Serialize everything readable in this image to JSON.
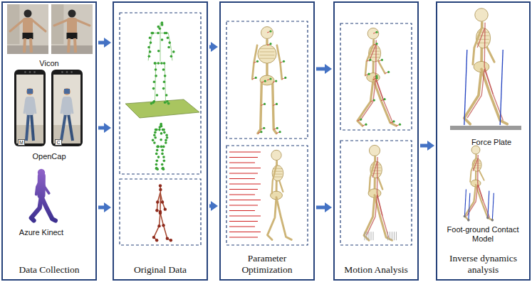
{
  "diagram": {
    "nodes": [
      {
        "text": [
          "Data Collection"
        ]
      },
      {
        "text": [
          "Original Data"
        ]
      },
      {
        "text": [
          "Parameter Optimization"
        ]
      },
      {
        "text": [
          "Motion Analysis"
        ]
      },
      {
        "text": [
          "Inverse dynamics analysis"
        ]
      }
    ],
    "edges": [
      {
        "from": 0,
        "to": 1,
        "arrow": "to"
      },
      {
        "from": 0,
        "to": 1,
        "arrow": "to"
      },
      {
        "from": 0,
        "to": 1,
        "arrow": "to"
      },
      {
        "from": 1,
        "to": 2,
        "arrow": "to"
      },
      {
        "from": 1,
        "to": 2,
        "arrow": "to"
      },
      {
        "from": 2,
        "to": 3,
        "arrow": "to"
      },
      {
        "from": 2,
        "to": 3,
        "arrow": "to"
      },
      {
        "from": 3,
        "to": 4,
        "arrow": "to"
      }
    ],
    "labels": [
      "Vicon",
      "M",
      "C",
      "OpenCap",
      "Azure Kinect",
      "Force Plate",
      "Foot-ground Contact Model"
    ]
  }
}
